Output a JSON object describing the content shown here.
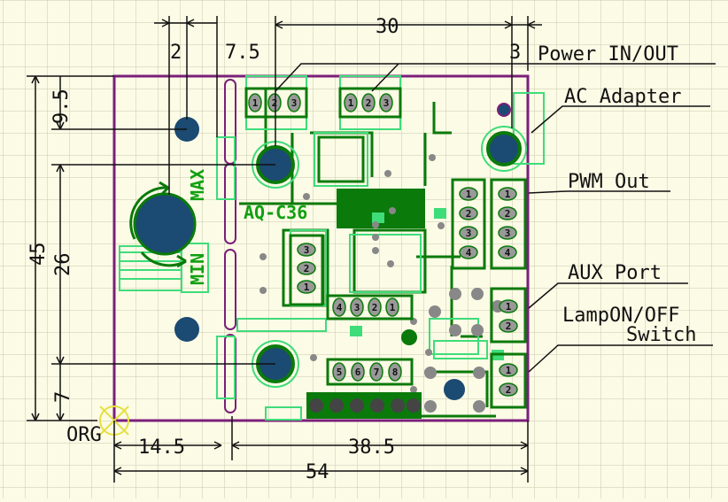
{
  "dimensions": {
    "d_2": "2",
    "d_7_5": "7.5",
    "d_30": "30",
    "d_3": "3",
    "d_9_5": "9.5",
    "d_45": "45",
    "d_26": "26",
    "d_7": "7",
    "d_14_5": "14.5",
    "d_38_5": "38.5",
    "d_54": "54"
  },
  "labels": {
    "power": "Power IN/OUT",
    "ac_adapter": "AC Adapter",
    "pwm_out": "PWM Out",
    "aux_port": "AUX Port",
    "lamp_switch_line1": "LampON/OFF",
    "lamp_switch_line2": "Switch",
    "origin": "ORG"
  },
  "silkscreen": {
    "board_name": "AQ-C36",
    "knob_max": "MAX",
    "knob_min": "MIN"
  },
  "connectors": {
    "power_a": [
      "1",
      "2",
      "3"
    ],
    "power_b": [
      "1",
      "2",
      "3"
    ],
    "pwm_left": [
      "1",
      "2",
      "3",
      "4"
    ],
    "pwm_right": [
      "1",
      "2",
      "3",
      "4"
    ],
    "mid_vertical": [
      "3",
      "2",
      "1"
    ],
    "row_top": [
      "4",
      "3",
      "2",
      "1"
    ],
    "row_bottom": [
      "5",
      "6",
      "7",
      "8"
    ],
    "aux": [
      "1",
      "2"
    ],
    "lamp": [
      "1",
      "2"
    ]
  },
  "colors": {
    "background": "#fcfbe6",
    "grid": "#c9c9ad",
    "board_outline": "#7a1f7a",
    "copper": "#0a7a0a",
    "silk_green": "#10a010",
    "light_green": "#3fdc7a",
    "pad": "#1b4a72"
  }
}
